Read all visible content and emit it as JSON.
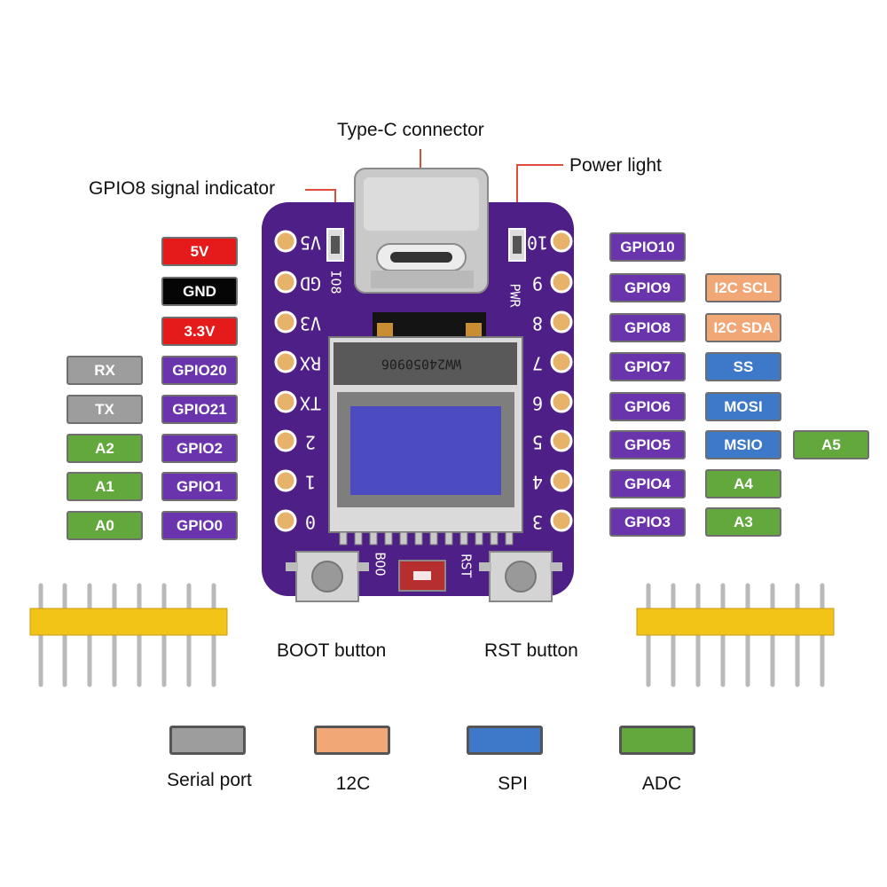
{
  "callouts": {
    "type_c": "Type-C connector",
    "power_light": "Power light",
    "gpio8_indicator": "GPIO8 signal indicator",
    "boot_button": "BOOT button",
    "rst_button": "RST button"
  },
  "left_power_pins": [
    "5V",
    "GND",
    "3.3V"
  ],
  "left_gpio_pins": [
    "GPIO20",
    "GPIO21",
    "GPIO2",
    "GPIO1",
    "GPIO0"
  ],
  "left_functions": [
    "RX",
    "TX",
    "A2",
    "A1",
    "A0"
  ],
  "right_gpio_pins": [
    "GPIO10",
    "GPIO9",
    "GPIO8",
    "GPIO7",
    "GPIO6",
    "GPIO5",
    "GPIO4",
    "GPIO3"
  ],
  "right_functions_1": [
    "I2C SCL",
    "I2C SDA",
    "SS",
    "MOSI",
    "MSIO",
    "A4",
    "A3"
  ],
  "right_functions_2": [
    "A5"
  ],
  "board": {
    "silk_left": [
      "V5",
      "GD",
      "V3",
      "RX",
      "TX",
      "2",
      "1",
      "0"
    ],
    "silk_right": [
      "10",
      "9",
      "8",
      "7",
      "6",
      "5",
      "4",
      "3"
    ],
    "silk_io8": "IO8",
    "silk_pwr": "PWR",
    "silk_boo": "BOO",
    "silk_rst": "RST",
    "oled_code": "WW24050906"
  },
  "legend": {
    "serial": "Serial port",
    "i2c": "12C",
    "spi": "SPI",
    "adc": "ADC"
  },
  "colors": {
    "power_red": "#e51b1b",
    "gnd_black": "#050505",
    "gpio_purple": "#6a34ad",
    "serial_gray": "#9d9d9d",
    "adc_green": "#63a83c",
    "spi_blue": "#3e78c9",
    "i2c_orange": "#f2a777",
    "pcb_purple": "#4e1f86"
  }
}
